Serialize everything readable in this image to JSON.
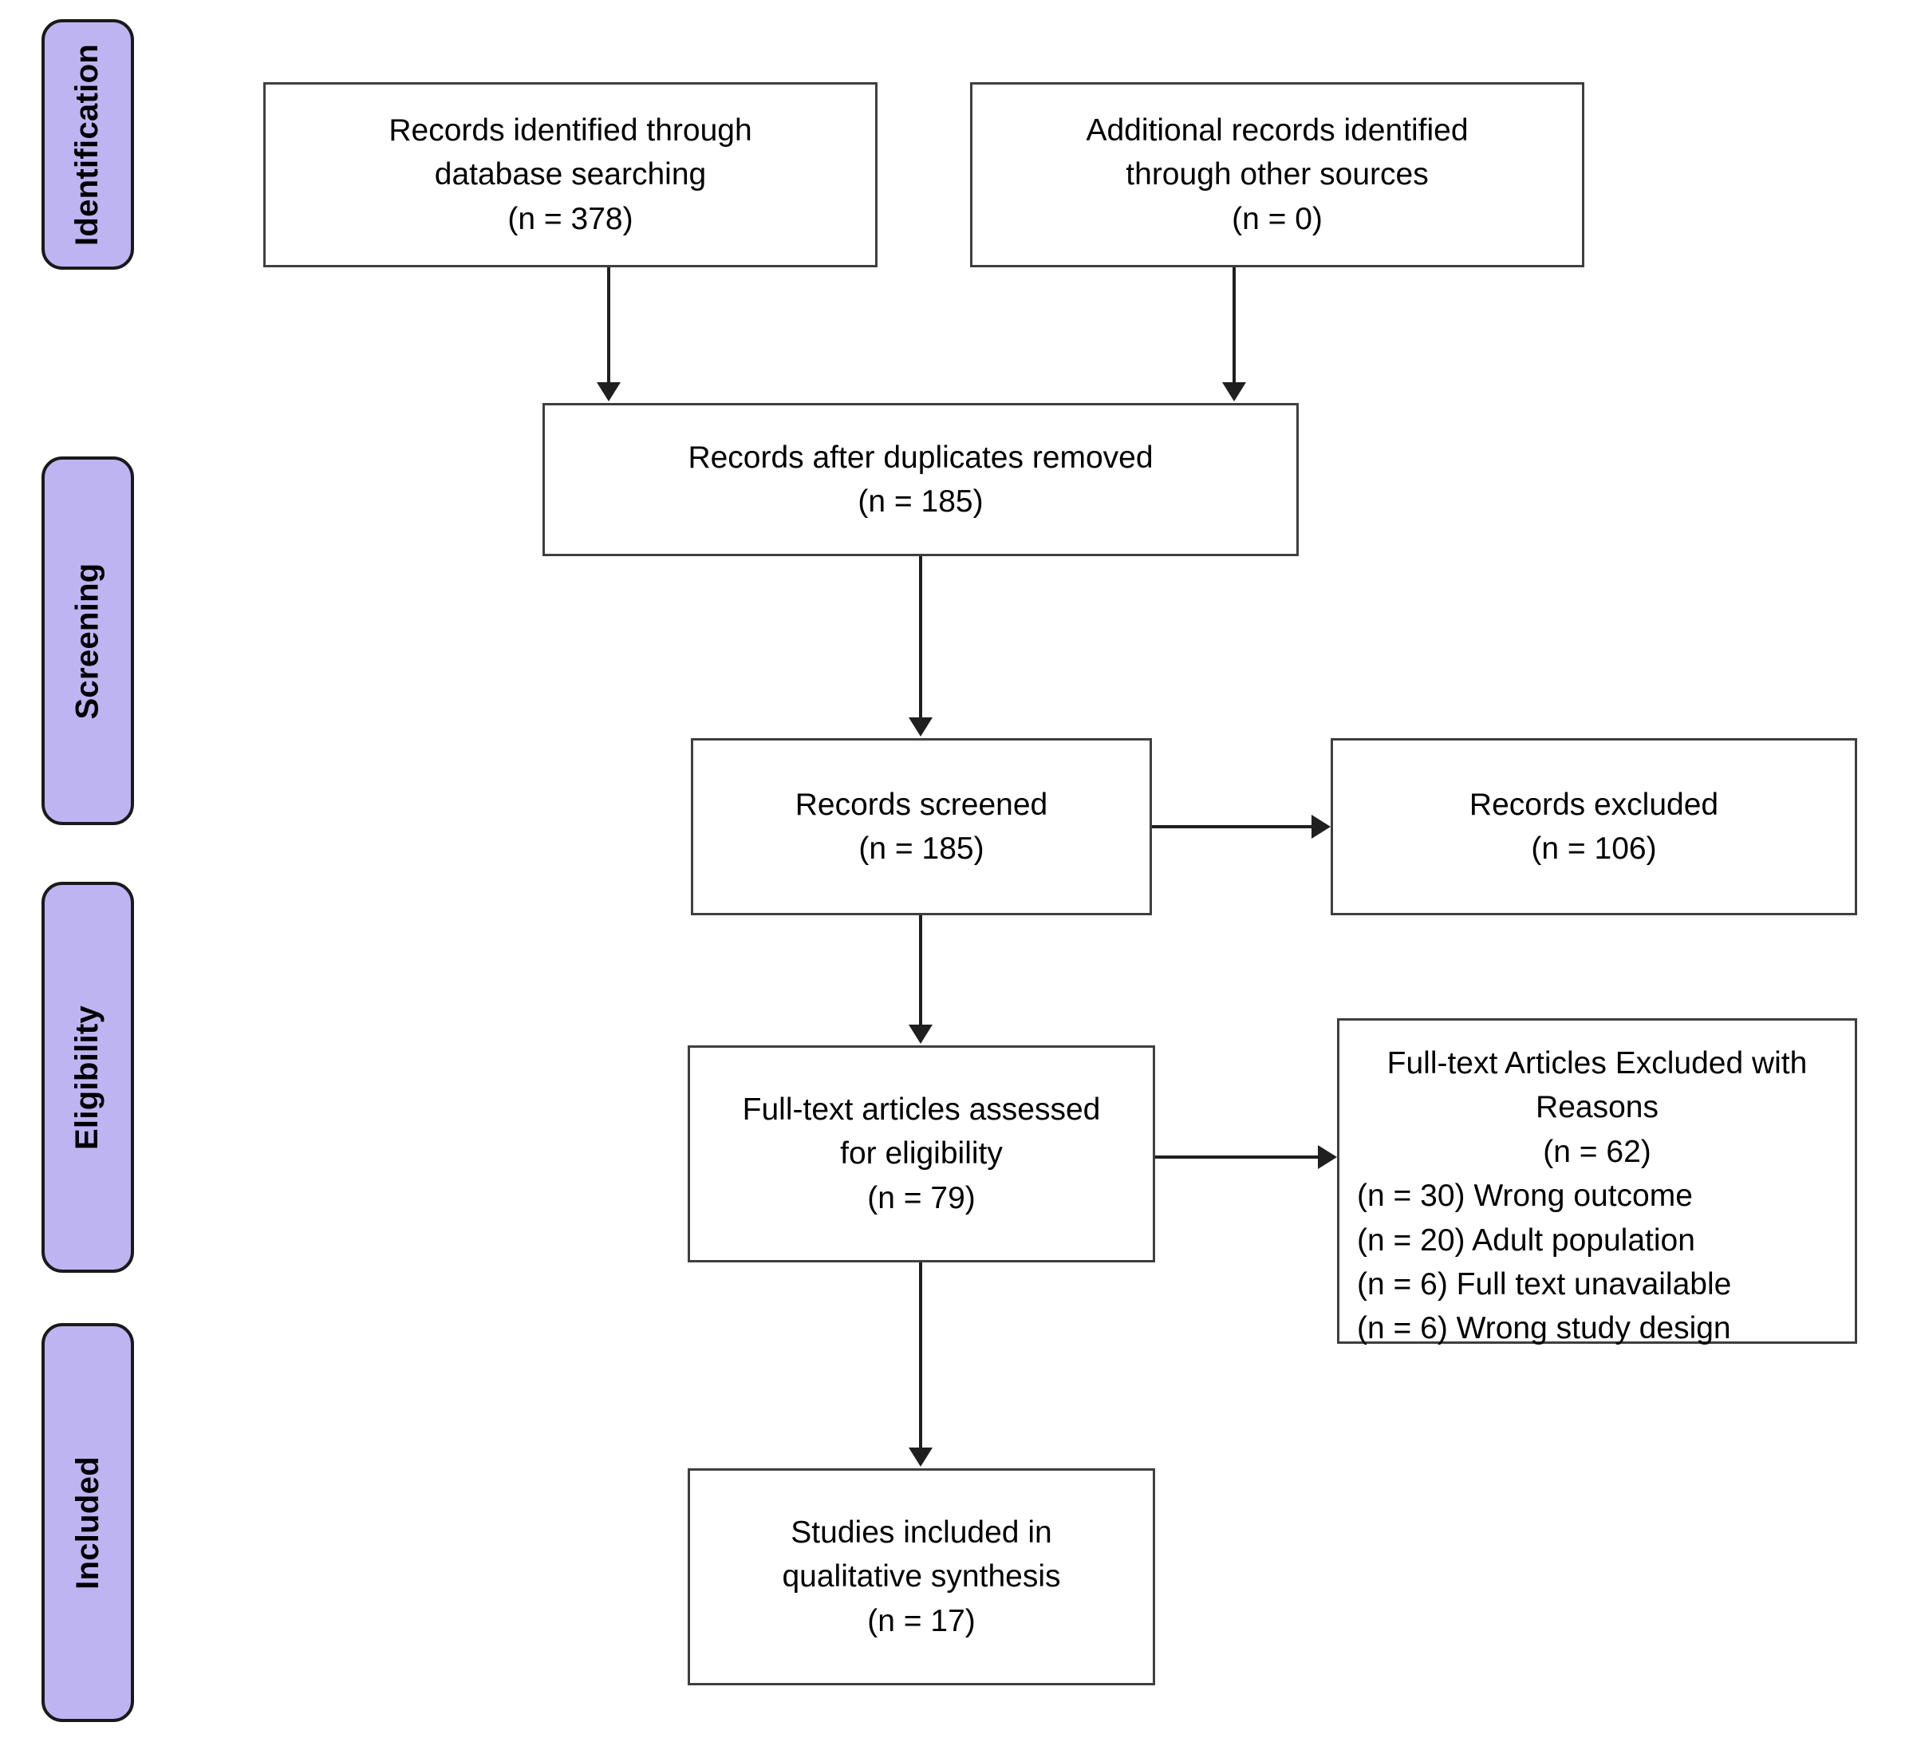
{
  "diagram": {
    "title": "PRISMA Flow Diagram",
    "type": "flowchart",
    "accent_purple": "#bfb4f2",
    "box_border_color": "#3f3f3f",
    "connector_color": "#1f1f1f",
    "background": "#ffffff"
  },
  "stages": [
    {
      "id": "identification",
      "label": "Identification"
    },
    {
      "id": "screening",
      "label": "Screening"
    },
    {
      "id": "eligibility",
      "label": "Eligibility"
    },
    {
      "id": "included",
      "label": "Included"
    }
  ],
  "boxes": {
    "database_search": {
      "lines": [
        "Records identified through",
        "database searching",
        "(n = 378)"
      ],
      "count": 378
    },
    "other_sources": {
      "lines": [
        "Additional records identified",
        "through other sources",
        "(n = 0)"
      ],
      "count": 0
    },
    "duplicates_removed": {
      "lines": [
        "Records after duplicates removed",
        "(n = 185)"
      ],
      "count": 185
    },
    "records_screened": {
      "lines": [
        "Records screened",
        "(n = 185)"
      ],
      "count": 185
    },
    "records_excluded": {
      "lines": [
        "Records excluded",
        "(n = 106)"
      ],
      "count": 106
    },
    "fulltext_assessed": {
      "lines": [
        "Full-text articles assessed",
        "for eligibility",
        "(n = 79)"
      ],
      "count": 79
    },
    "fulltext_excluded": {
      "heading_line_1": "Full-text Articles Excluded with",
      "heading_line_2": "Reasons",
      "total": "(n = 62)",
      "count": 62,
      "reasons": [
        {
          "label": "(n = 30) Wrong outcome",
          "n": 30,
          "reason": "Wrong outcome"
        },
        {
          "label": "(n = 20) Adult population",
          "n": 20,
          "reason": "Adult population"
        },
        {
          "label": "(n = 6) Full text unavailable",
          "n": 6,
          "reason": "Full text unavailable"
        },
        {
          "label": "(n = 6) Wrong study design",
          "n": 6,
          "reason": "Wrong study design"
        }
      ]
    },
    "studies_included": {
      "lines": [
        "Studies included in",
        "qualitative synthesis",
        "(n = 17)"
      ],
      "count": 17
    }
  }
}
